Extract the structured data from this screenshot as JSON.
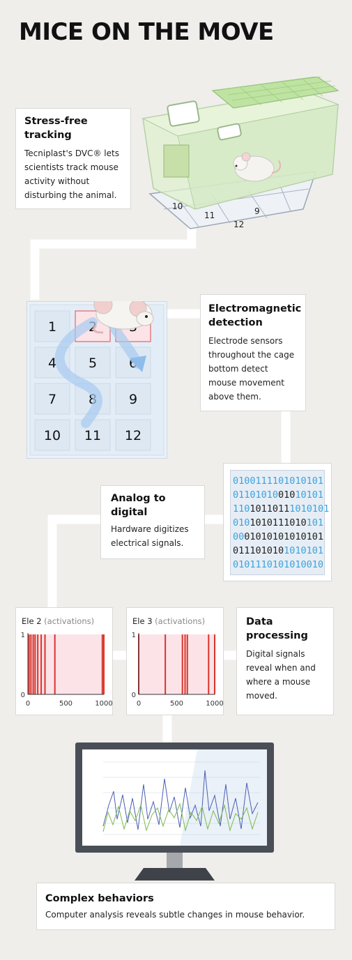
{
  "title": "MICE ON THE MOVE",
  "steps": [
    {
      "heading": "Stress-free tracking",
      "body": "Tecniplast's DVC® lets scientists track mouse activity without disturbing the animal."
    },
    {
      "heading": "Electromagnetic detection",
      "body": "Electrode sensors throughout the cage bottom detect mouse movement above them."
    },
    {
      "heading": "Analog to digital",
      "body": "Hardware digitizes electrical signals."
    },
    {
      "heading": "Data processing",
      "body": "Digital signals reveal when and where a mouse moved."
    },
    {
      "heading": "Complex behaviors",
      "body": "Computer analysis reveals subtle changes in mouse behavior."
    }
  ],
  "cage_grid_numbers": [
    "1",
    "2",
    "3",
    "4",
    "5",
    "6",
    "7",
    "8",
    "9",
    "10",
    "11",
    "12"
  ],
  "cage_floor_numbers": [
    "9",
    "10",
    "11",
    "12"
  ],
  "binary_lines": [
    [
      {
        "t": "01001111",
        "c": "b"
      },
      {
        "t": "01010101",
        "c": "b"
      }
    ],
    [
      {
        "t": "01101010",
        "c": "b"
      },
      {
        "t": "010",
        "c": "k"
      },
      {
        "t": "10101",
        "c": "b"
      }
    ],
    [
      {
        "t": "110",
        "c": "b"
      },
      {
        "t": "1011011",
        "c": "k"
      },
      {
        "t": "10",
        "c": "b"
      },
      {
        "t": "10101",
        "c": "b"
      }
    ],
    [
      {
        "t": "010",
        "c": "b"
      },
      {
        "t": "1010111010",
        "c": "k"
      },
      {
        "t": "101",
        "c": "b"
      }
    ],
    [
      {
        "t": "00",
        "c": "b"
      },
      {
        "t": "01010101010101",
        "c": "k"
      }
    ],
    [
      {
        "t": "011101010",
        "c": "k"
      },
      {
        "t": "1010101",
        "c": "b"
      }
    ],
    [
      {
        "t": "0101110101010010",
        "c": "b"
      }
    ]
  ],
  "colors": {
    "background": "#efeeeb",
    "accent_blue": "#3ba3dd",
    "signal_red": "#d9342b",
    "signal_fill": "#fbe3e8"
  },
  "chart_data": [
    {
      "type": "bar",
      "title": "Ele 2",
      "subtitle": "(activations)",
      "xlim": [
        0,
        1000
      ],
      "ylim": [
        0,
        1
      ],
      "x_ticks": [
        0,
        500,
        1000
      ],
      "y_ticks": [
        0,
        1
      ],
      "activations": [
        15,
        40,
        70,
        95,
        130,
        175,
        225,
        355,
        980,
        1000
      ]
    },
    {
      "type": "bar",
      "title": "Ele 3",
      "subtitle": "(activations)",
      "xlim": [
        0,
        1000
      ],
      "ylim": [
        0,
        1
      ],
      "x_ticks": [
        0,
        500,
        1000
      ],
      "y_ticks": [
        0,
        1
      ],
      "activations": [
        0,
        350,
        575,
        610,
        640,
        920,
        1000
      ]
    }
  ]
}
